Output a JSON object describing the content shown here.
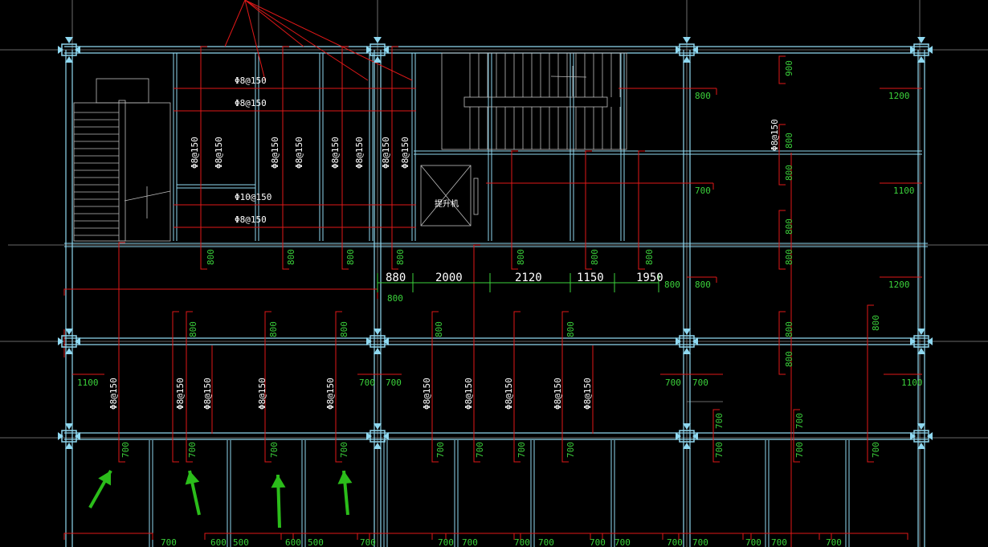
{
  "colors": {
    "background": "#000000",
    "beam": "#8fd8f0",
    "rebar_line": "#e01818",
    "dimension_text": "#3bd23b",
    "label_text": "#ffffff",
    "grid": "#8a8a8a",
    "arrow": "#2bbd1a"
  },
  "elevator_label": "提升机",
  "rebar_labels": {
    "phi8_150": "Φ8@150",
    "phi10_150": "Φ10@150"
  },
  "dimension_chain": [
    "880",
    "2000",
    "2120",
    "1150",
    "1950"
  ],
  "green_values": {
    "v900": "900",
    "v800": "800",
    "v700": "700",
    "v600": "600",
    "v500": "500",
    "v1100": "1100",
    "v1200": "1200"
  },
  "icons": [
    "arrow-up-icon",
    "column-marker-icon",
    "stair-icon",
    "elevator-icon"
  ]
}
